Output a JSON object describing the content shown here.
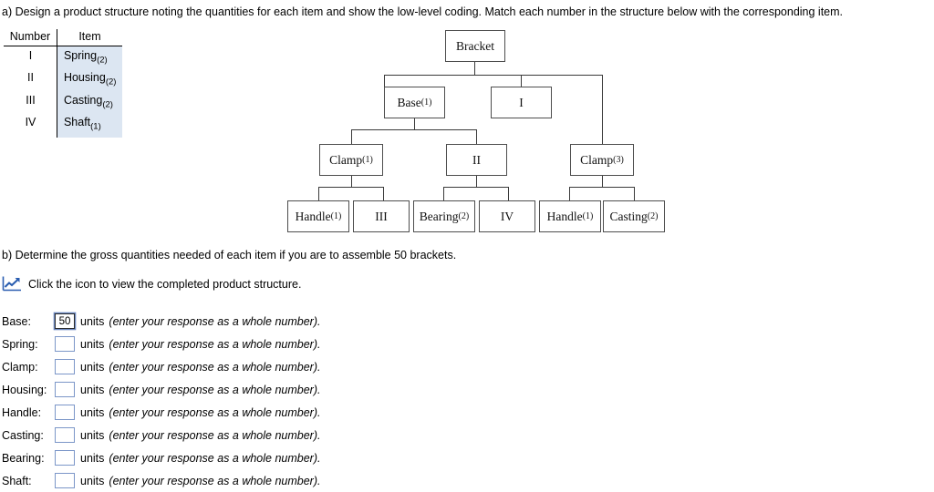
{
  "prompts": {
    "part_a": "a) Design a product structure noting the quantities for each item and show the low-level coding. Match each number in the structure below with the corresponding item.",
    "part_b": "b) Determine the gross quantities needed of each item if you are to assemble 50 brackets.",
    "icon_instruction": "Click the icon to view the completed product structure.",
    "icon_name": "line-chart-icon"
  },
  "legend": {
    "headers": {
      "number": "Number",
      "item": "Item"
    },
    "rows": [
      {
        "number": "I",
        "item": "Spring",
        "qty": "(2)"
      },
      {
        "number": "II",
        "item": "Housing",
        "qty": "(2)"
      },
      {
        "number": "III",
        "item": "Casting",
        "qty": "(2)"
      },
      {
        "number": "IV",
        "item": "Shaft",
        "qty": "(1)"
      }
    ]
  },
  "tree": {
    "nodes": {
      "bracket": {
        "label": "Bracket",
        "qty": ""
      },
      "base": {
        "label": "Base",
        "qty": "(1)"
      },
      "roman_i": {
        "label": "I",
        "qty": ""
      },
      "clamp_l": {
        "label": "Clamp",
        "qty": "(1)"
      },
      "roman_ii": {
        "label": "II",
        "qty": ""
      },
      "clamp_r": {
        "label": "Clamp",
        "qty": "(3)"
      },
      "handle_1": {
        "label": "Handle",
        "qty": "(1)"
      },
      "roman_iii": {
        "label": "III",
        "qty": ""
      },
      "bearing": {
        "label": "Bearing",
        "qty": "(2)"
      },
      "roman_iv": {
        "label": "IV",
        "qty": ""
      },
      "handle_2": {
        "label": "Handle",
        "qty": "(1)"
      },
      "casting": {
        "label": "Casting",
        "qty": "(2)"
      }
    }
  },
  "answers": {
    "units_word": "units",
    "hint": "(enter your response as a whole number).",
    "fields": [
      {
        "label": "Base:",
        "value": "50",
        "filled": true
      },
      {
        "label": "Spring:",
        "value": "",
        "filled": false
      },
      {
        "label": "Clamp:",
        "value": "",
        "filled": false
      },
      {
        "label": "Housing:",
        "value": "",
        "filled": false
      },
      {
        "label": "Handle:",
        "value": "",
        "filled": false
      },
      {
        "label": "Casting:",
        "value": "",
        "filled": false
      },
      {
        "label": "Bearing:",
        "value": "",
        "filled": false
      },
      {
        "label": "Shaft:",
        "value": "",
        "filled": false
      }
    ]
  },
  "colors": {
    "highlight": "#dce6f2",
    "input_border": "#7b96c8",
    "icon_blue": "#2a5db0",
    "line": "#3a3a3a"
  }
}
